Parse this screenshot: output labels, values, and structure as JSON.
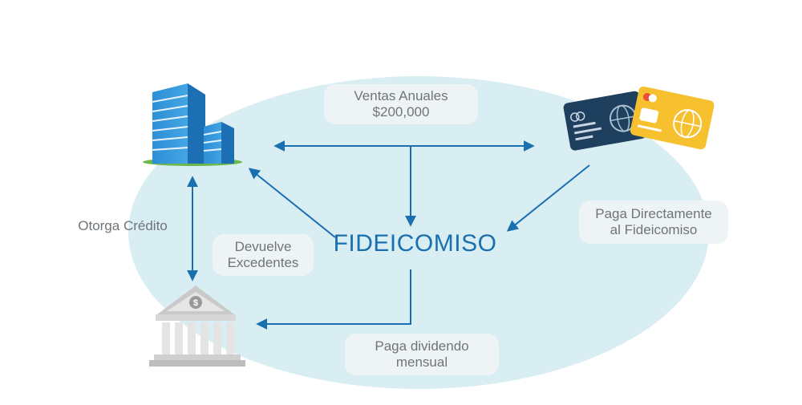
{
  "diagram": {
    "center_label": "FIDEICOMISO",
    "flows": {
      "annual_sales": {
        "line1": "Ventas Anuales",
        "line2": "$200,000"
      },
      "pays_directly": {
        "line1": "Paga Directamente",
        "line2": "al Fideicomiso"
      },
      "grants_credit": {
        "line1": "Otorga Crédito"
      },
      "returns_surplus": {
        "line1": "Devuelve",
        "line2": "Excedentes"
      },
      "monthly_dividend": {
        "line1": "Paga dividendo",
        "line2": "mensual"
      }
    },
    "nodes": {
      "company": {
        "icon": "office-building-icon"
      },
      "cards": {
        "icon": "credit-cards-icon"
      },
      "bank": {
        "icon": "bank-icon"
      }
    },
    "colors": {
      "ellipse": "#d8eef3",
      "arrow": "#1a6fb0",
      "pill": "#eef4f6",
      "text": "#6f7478",
      "title": "#1a6fb0"
    }
  }
}
